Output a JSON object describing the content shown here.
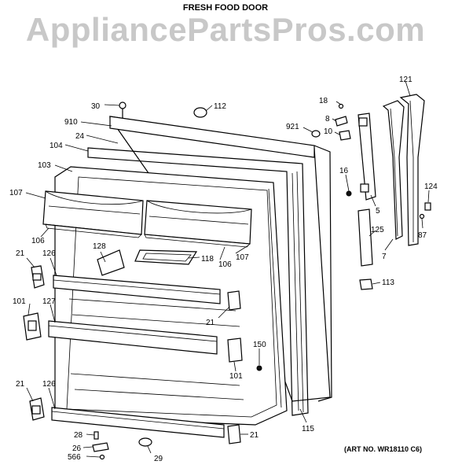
{
  "header": {
    "title": "FRESH FOOD DOOR",
    "watermark": "AppliancePartsPros.com"
  },
  "footer": {
    "art_number": "(ART NO. WR18110 C6)"
  },
  "callouts": [
    {
      "id": "30",
      "label": "30"
    },
    {
      "id": "112",
      "label": "112"
    },
    {
      "id": "910",
      "label": "910"
    },
    {
      "id": "24",
      "label": "24"
    },
    {
      "id": "104",
      "label": "104"
    },
    {
      "id": "103",
      "label": "103"
    },
    {
      "id": "107a",
      "label": "107"
    },
    {
      "id": "106a",
      "label": "106"
    },
    {
      "id": "128",
      "label": "128"
    },
    {
      "id": "118",
      "label": "118"
    },
    {
      "id": "106b",
      "label": "106"
    },
    {
      "id": "107b",
      "label": "107"
    },
    {
      "id": "21a",
      "label": "21"
    },
    {
      "id": "126a",
      "label": "126"
    },
    {
      "id": "101a",
      "label": "101"
    },
    {
      "id": "127",
      "label": "127"
    },
    {
      "id": "21b",
      "label": "21"
    },
    {
      "id": "101b",
      "label": "101"
    },
    {
      "id": "150",
      "label": "150"
    },
    {
      "id": "21c",
      "label": "21"
    },
    {
      "id": "126b",
      "label": "126"
    },
    {
      "id": "28",
      "label": "28"
    },
    {
      "id": "26",
      "label": "26"
    },
    {
      "id": "566",
      "label": "566"
    },
    {
      "id": "29",
      "label": "29"
    },
    {
      "id": "21d",
      "label": "21"
    },
    {
      "id": "115",
      "label": "115"
    },
    {
      "id": "18",
      "label": "18"
    },
    {
      "id": "8",
      "label": "8"
    },
    {
      "id": "921",
      "label": "921"
    },
    {
      "id": "10",
      "label": "10"
    },
    {
      "id": "16",
      "label": "16"
    },
    {
      "id": "5",
      "label": "5"
    },
    {
      "id": "125",
      "label": "125"
    },
    {
      "id": "7",
      "label": "7"
    },
    {
      "id": "113",
      "label": "113"
    },
    {
      "id": "121",
      "label": "121"
    },
    {
      "id": "124",
      "label": "124"
    },
    {
      "id": "87",
      "label": "87"
    }
  ]
}
